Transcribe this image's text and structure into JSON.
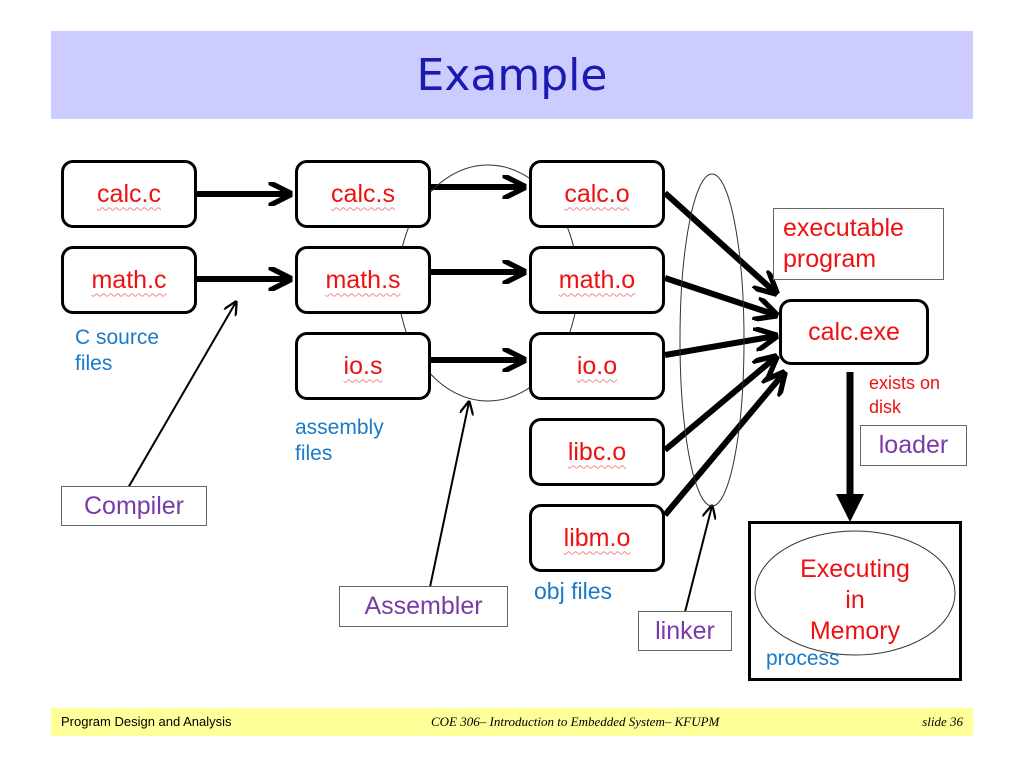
{
  "title": "Example",
  "nodes": {
    "calc_c": "calc.c",
    "math_c": "math.c",
    "calc_s": "calc.s",
    "math_s": "math.s",
    "io_s": "io.s",
    "calc_o": "calc.o",
    "math_o": "math.o",
    "io_o": "io.o",
    "libc_o": "libc.o",
    "libm_o": "libm.o",
    "calc_exe": "calc.exe"
  },
  "labels": {
    "c_source": [
      "C source",
      "files"
    ],
    "assembly": [
      "assembly",
      "files"
    ],
    "obj": "obj files",
    "executable": [
      "executable",
      "program"
    ],
    "exists": [
      "exists on",
      "disk"
    ],
    "process": "process"
  },
  "tools": {
    "compiler": "Compiler",
    "assembler": "Assembler",
    "linker": "linker",
    "loader": "loader"
  },
  "memory": [
    "Executing",
    "in",
    "Memory"
  ],
  "footer": {
    "left": "Program Design and Analysis",
    "center": "COE 306– Introduction to Embedded System– KFUPM",
    "right": "slide 36"
  }
}
